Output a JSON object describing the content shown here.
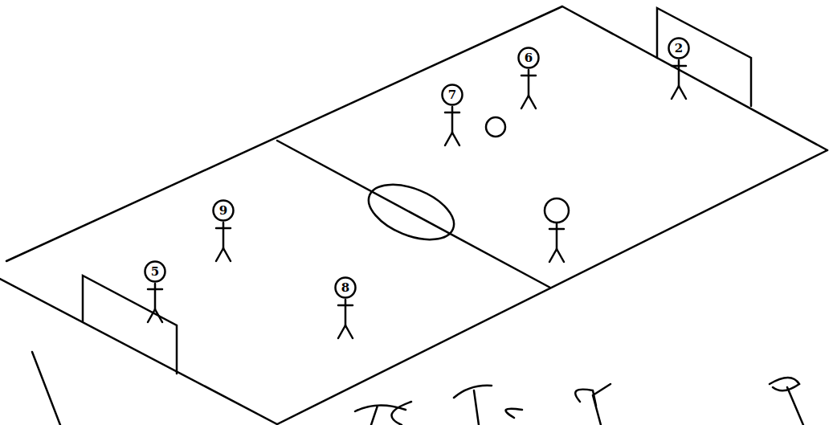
{
  "diagram": {
    "nodes": [
      {
        "text": [
          "2"
        ]
      },
      {
        "text": [
          "6"
        ]
      },
      {
        "text": [
          "7"
        ]
      },
      {
        "text": [
          "9"
        ]
      },
      {
        "text": [
          "5"
        ]
      },
      {
        "text": [
          "8"
        ]
      }
    ]
  }
}
